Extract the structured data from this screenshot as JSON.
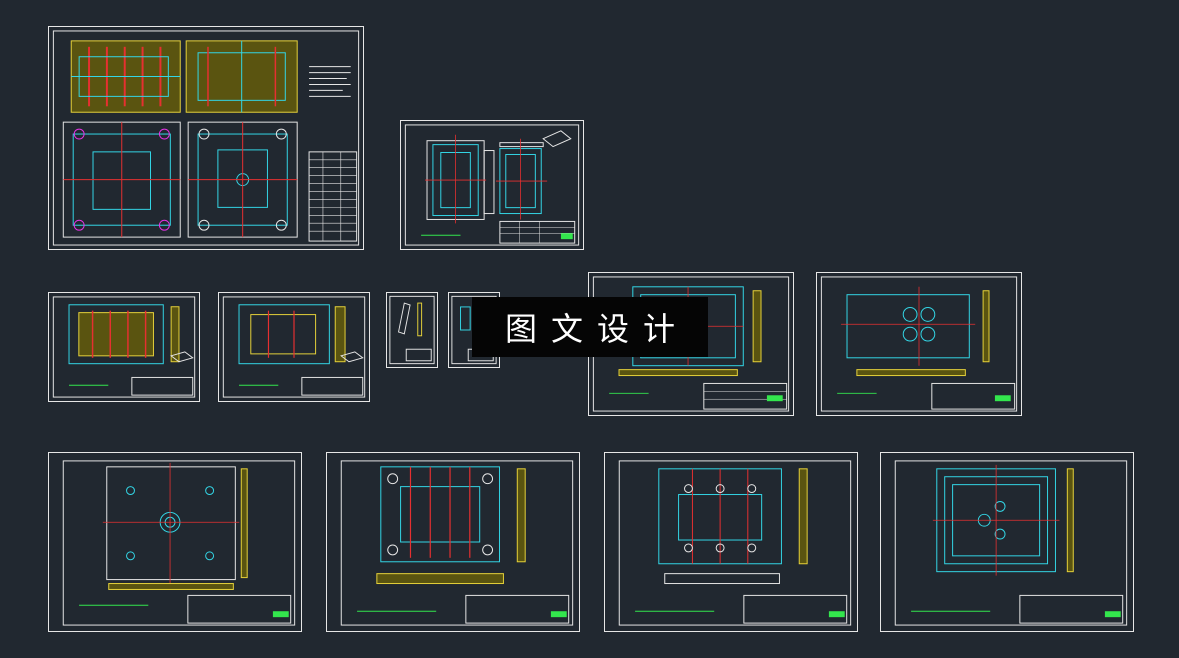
{
  "watermark": {
    "text": "图文设计"
  },
  "colors": {
    "background": "#212830",
    "sheet_border": "#e6e6e6",
    "cyan": "#33d6e6",
    "yellow": "#e6d23a",
    "red": "#e63030",
    "green": "#33e64d",
    "magenta": "#e633e6",
    "white": "#e6e6e6"
  },
  "sheets": [
    {
      "id": "assembly"
    },
    {
      "id": "part-cavity"
    },
    {
      "id": "plate-a"
    },
    {
      "id": "plate-b"
    },
    {
      "id": "small-part-1"
    },
    {
      "id": "small-part-2"
    },
    {
      "id": "core-plate"
    },
    {
      "id": "ejector-plate"
    },
    {
      "id": "top-clamp-plate"
    },
    {
      "id": "a-plate"
    },
    {
      "id": "b-plate"
    },
    {
      "id": "bottom-plate"
    }
  ]
}
